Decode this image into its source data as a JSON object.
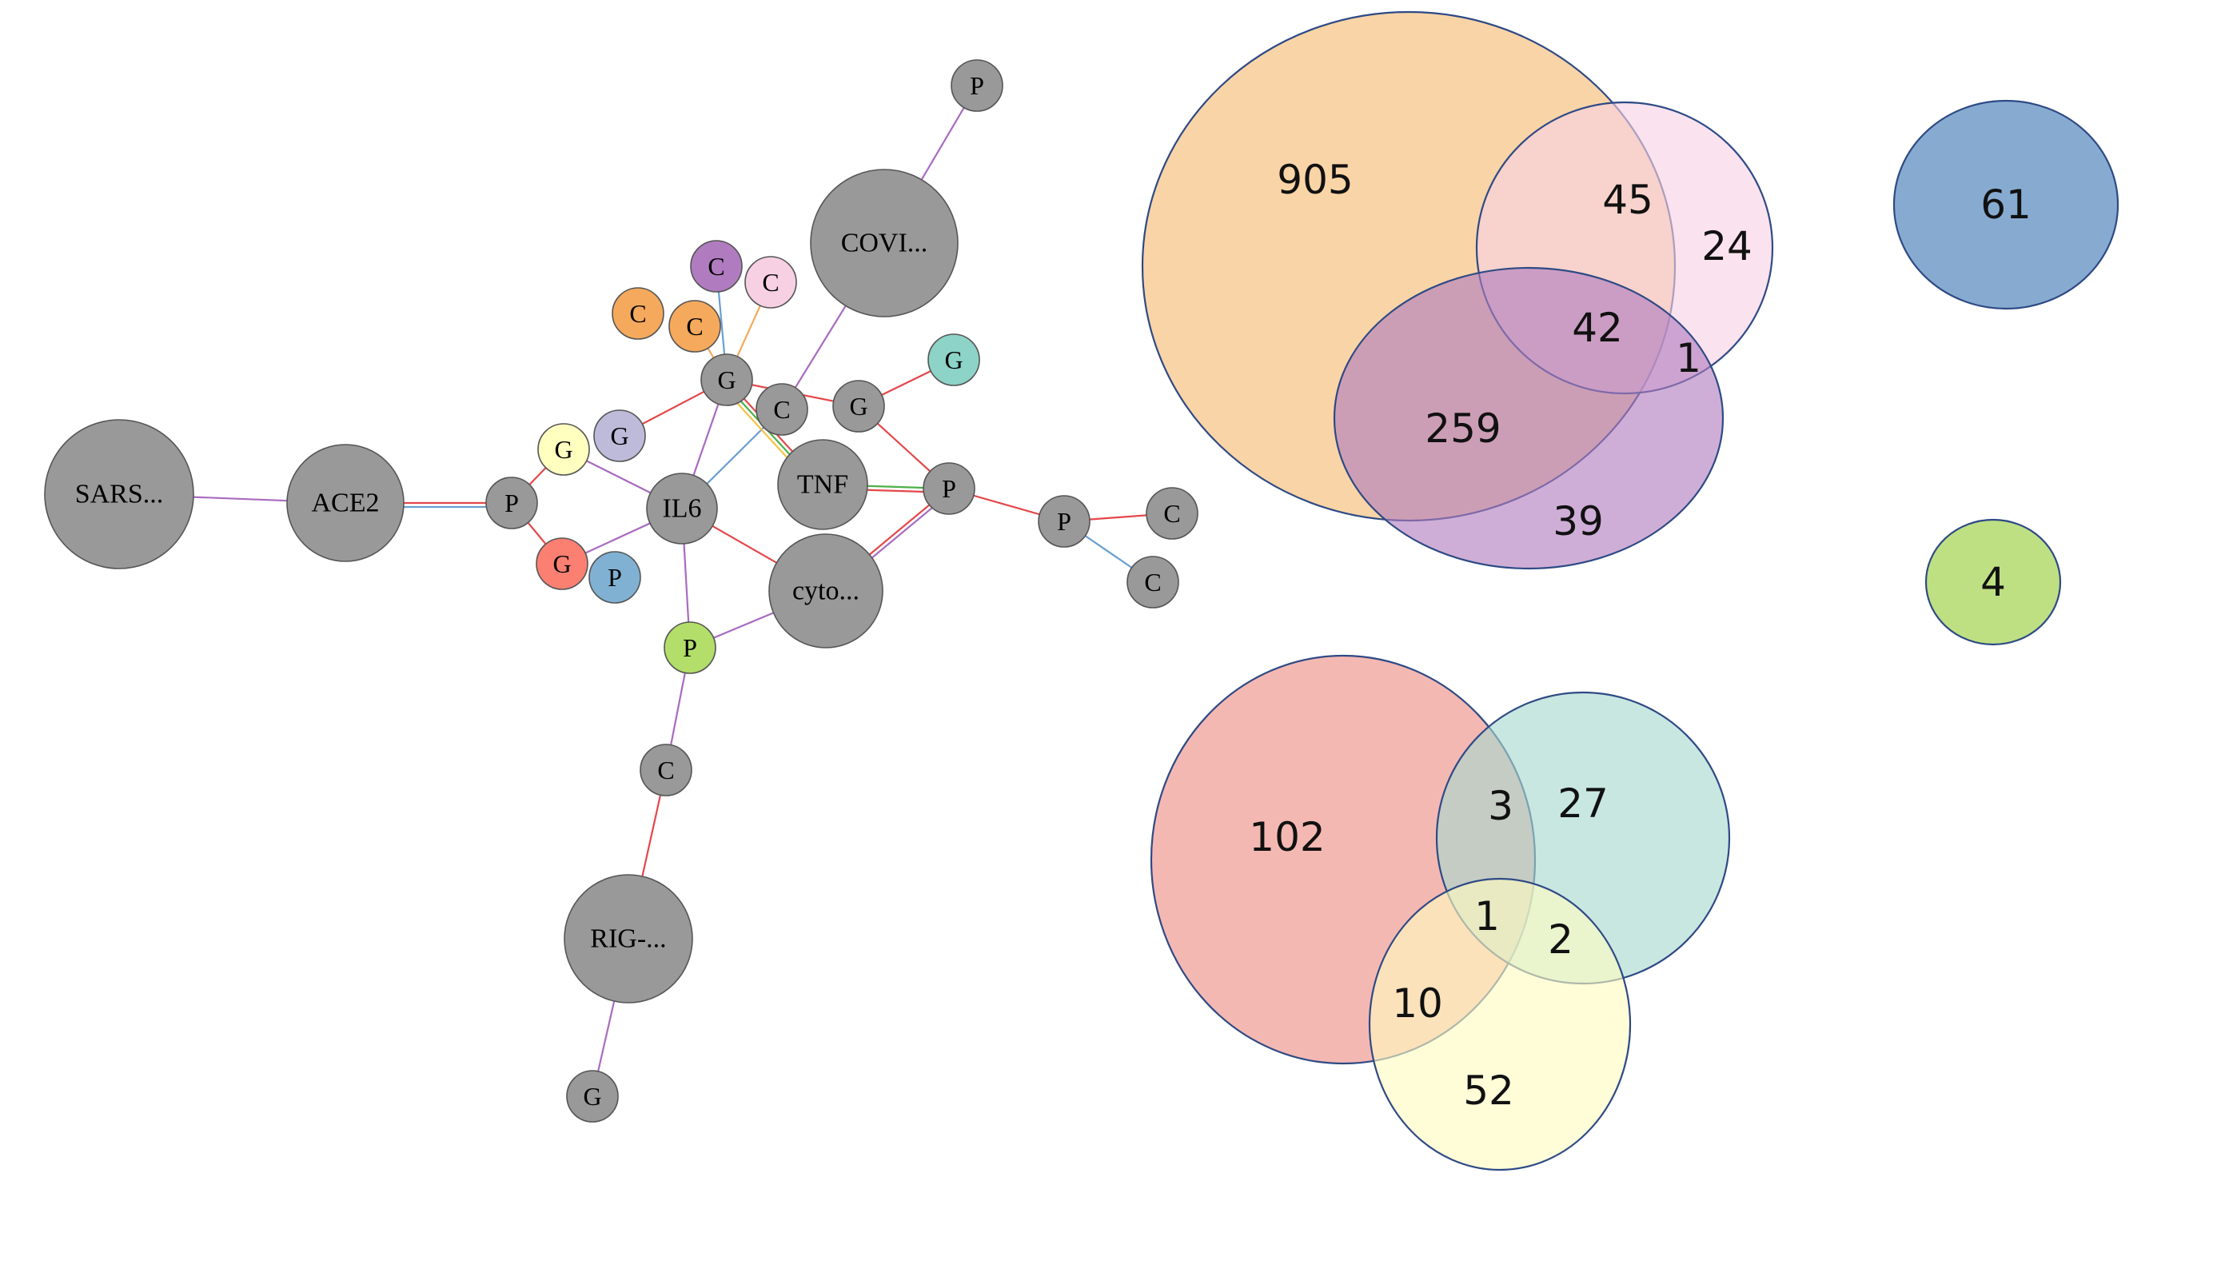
{
  "network": {
    "nodes": [
      {
        "id": "sars",
        "label": "SARS...",
        "color": "#999999"
      },
      {
        "id": "ace2",
        "label": "ACE2",
        "color": "#999999"
      },
      {
        "id": "p1",
        "label": "P",
        "color": "#999999"
      },
      {
        "id": "g_yellow",
        "label": "G",
        "color": "#ffffbf"
      },
      {
        "id": "g_lav",
        "label": "G",
        "color": "#bebada"
      },
      {
        "id": "g_red",
        "label": "G",
        "color": "#fb8072"
      },
      {
        "id": "p_blue",
        "label": "P",
        "color": "#80b1d3"
      },
      {
        "id": "il6",
        "label": "IL6",
        "color": "#999999"
      },
      {
        "id": "p_green",
        "label": "P",
        "color": "#b3de69"
      },
      {
        "id": "c_low",
        "label": "C",
        "color": "#999999"
      },
      {
        "id": "rig",
        "label": "RIG-...",
        "color": "#999999"
      },
      {
        "id": "g_bottom",
        "label": "G",
        "color": "#999999"
      },
      {
        "id": "g_hub",
        "label": "G",
        "color": "#999999"
      },
      {
        "id": "c_orange1",
        "label": "C",
        "color": "#f5a95c"
      },
      {
        "id": "c_orange2",
        "label": "C",
        "color": "#f5a95c"
      },
      {
        "id": "c_purple",
        "label": "C",
        "color": "#b07cbf"
      },
      {
        "id": "c_pink",
        "label": "C",
        "color": "#f7d0e4"
      },
      {
        "id": "c_mid",
        "label": "C",
        "color": "#999999"
      },
      {
        "id": "tnf",
        "label": "TNF",
        "color": "#999999"
      },
      {
        "id": "cyto",
        "label": "cyto...",
        "color": "#999999"
      },
      {
        "id": "covi",
        "label": "COVI...",
        "color": "#999999"
      },
      {
        "id": "p_top",
        "label": "P",
        "color": "#999999"
      },
      {
        "id": "g_right",
        "label": "G",
        "color": "#999999"
      },
      {
        "id": "g_teal",
        "label": "G",
        "color": "#8dd3c7"
      },
      {
        "id": "p_right",
        "label": "P",
        "color": "#999999"
      },
      {
        "id": "p_far",
        "label": "P",
        "color": "#999999"
      },
      {
        "id": "c_far1",
        "label": "C",
        "color": "#999999"
      },
      {
        "id": "c_far2",
        "label": "C",
        "color": "#999999"
      }
    ],
    "edges": [
      {
        "from": "sars",
        "to": "ace2",
        "color": "#a86bc0"
      },
      {
        "from": "ace2",
        "to": "p1",
        "color": "#e4474a"
      },
      {
        "from": "ace2",
        "to": "p1",
        "color": "#6a9fd0"
      },
      {
        "from": "p1",
        "to": "g_yellow",
        "color": "#e4474a"
      },
      {
        "from": "p1",
        "to": "g_red",
        "color": "#e4474a"
      },
      {
        "from": "g_yellow",
        "to": "il6",
        "color": "#a86bc0"
      },
      {
        "from": "g_lav",
        "to": "g_hub",
        "color": "#e4474a"
      },
      {
        "from": "g_red",
        "to": "il6",
        "color": "#a86bc0"
      },
      {
        "from": "il6",
        "to": "g_hub",
        "color": "#a86bc0"
      },
      {
        "from": "il6",
        "to": "cyto",
        "color": "#e4474a"
      },
      {
        "from": "il6",
        "to": "p_green",
        "color": "#a86bc0"
      },
      {
        "from": "il6",
        "to": "c_mid",
        "color": "#6a9fd0"
      },
      {
        "from": "p_green",
        "to": "cyto",
        "color": "#a86bc0"
      },
      {
        "from": "p_green",
        "to": "c_low",
        "color": "#a86bc0"
      },
      {
        "from": "c_low",
        "to": "rig",
        "color": "#e4474a"
      },
      {
        "from": "rig",
        "to": "g_bottom",
        "color": "#a86bc0"
      },
      {
        "from": "g_hub",
        "to": "c_orange2",
        "color": "#f5a95c"
      },
      {
        "from": "g_hub",
        "to": "c_purple",
        "color": "#6a9fd0"
      },
      {
        "from": "g_hub",
        "to": "c_pink",
        "color": "#f5a95c"
      },
      {
        "from": "g_hub",
        "to": "tnf",
        "color": "#e4474a"
      },
      {
        "from": "g_hub",
        "to": "tnf",
        "color": "#4daf4a"
      },
      {
        "from": "g_hub",
        "to": "tnf",
        "color": "#f5c242"
      },
      {
        "from": "g_hub",
        "to": "g_right",
        "color": "#e4474a"
      },
      {
        "from": "c_mid",
        "to": "covi",
        "color": "#a86bc0"
      },
      {
        "from": "covi",
        "to": "p_top",
        "color": "#a86bc0"
      },
      {
        "from": "g_right",
        "to": "g_teal",
        "color": "#e4474a"
      },
      {
        "from": "g_right",
        "to": "p_right",
        "color": "#e4474a"
      },
      {
        "from": "tnf",
        "to": "p_right",
        "color": "#4daf4a"
      },
      {
        "from": "tnf",
        "to": "p_right",
        "color": "#e4474a"
      },
      {
        "from": "cyto",
        "to": "p_right",
        "color": "#e4474a"
      },
      {
        "from": "cyto",
        "to": "p_right",
        "color": "#a86bc0"
      },
      {
        "from": "p_right",
        "to": "p_far",
        "color": "#e4474a"
      },
      {
        "from": "p_far",
        "to": "c_far1",
        "color": "#e4474a"
      },
      {
        "from": "p_far",
        "to": "c_far2",
        "color": "#6a9fd0"
      }
    ]
  },
  "venn_top": {
    "sets": [
      {
        "name": "orange",
        "color": "#f5b971"
      },
      {
        "name": "pink",
        "color": "#f7d0e4"
      },
      {
        "name": "purple",
        "color": "#b07cbf"
      }
    ],
    "values": [
      "905",
      "45",
      "24",
      "42",
      "1",
      "259",
      "39"
    ]
  },
  "venn_bottom": {
    "sets": [
      {
        "name": "red",
        "color": "#ee8c84"
      },
      {
        "name": "teal",
        "color": "#a8d8cf"
      },
      {
        "name": "yellow",
        "color": "#fffcc0"
      }
    ],
    "values": [
      "102",
      "3",
      "27",
      "1",
      "2",
      "10",
      "52"
    ]
  },
  "singles": [
    {
      "value": "61",
      "color": "#5f8fc0"
    },
    {
      "value": "4",
      "color": "#a8d65a"
    }
  ],
  "outline_color": "#2e4a85"
}
